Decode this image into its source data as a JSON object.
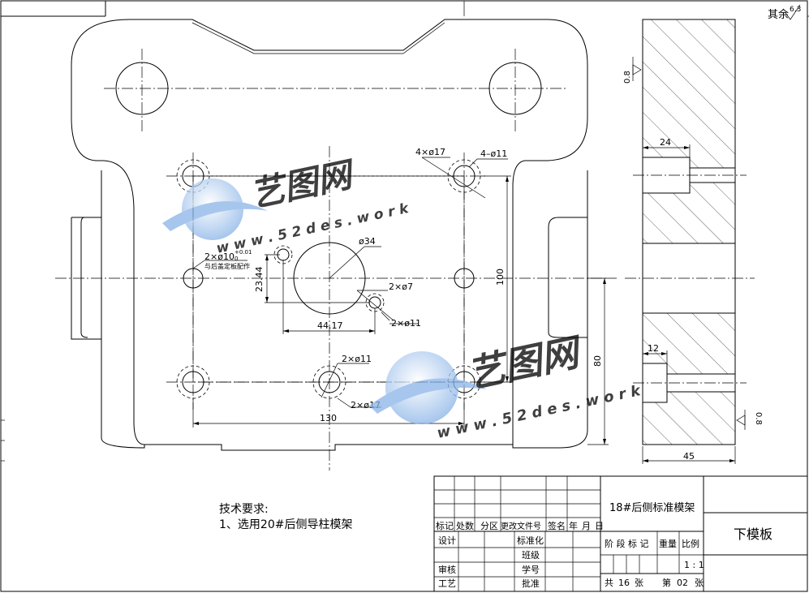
{
  "corner_note": "其余",
  "roughness": {
    "general": "6.3",
    "side_top": "0.8",
    "side_bottom": "0.8"
  },
  "dimensions": {
    "hole_4x17": "4×ø17",
    "hole_4x11": "4–ø11",
    "dia_34": "ø34",
    "pin_2x10": "2×ø10",
    "pin_tol": "+0.01",
    "pin_tol_lower": "0",
    "pin_note": "与后盖定板配作",
    "v_2344": "23.44",
    "h_4417": "44.17",
    "hole_2x7": "2×ø7",
    "hole_2x11_a": "2×ø11",
    "hole_2x11_b": "2×ø11",
    "hole_2x17": "2×ø17",
    "v_100": "100",
    "v_80": "80",
    "h_130": "130",
    "side_24": "24",
    "side_12": "12",
    "side_45": "45"
  },
  "tech_req": {
    "title": "技术要求:",
    "item1": "1、选用20#后侧导柱模架"
  },
  "title_block": {
    "project": "18#后侧标准模架",
    "part_name": "下模板",
    "row_headers": [
      "标记",
      "处数",
      "分区",
      "更改文件号",
      "签名",
      "年",
      "月",
      "日"
    ],
    "design": "设计",
    "standardize": "标准化",
    "class": "班级",
    "review": "审核",
    "student_no": "学号",
    "process": "工艺",
    "approve": "批准",
    "stage_mark": "阶 段 标 记",
    "weight": "重量",
    "scale_label": "比例",
    "scale_value": "1 : 1",
    "total_prefix": "共",
    "total_sheets": "16",
    "sheet_unit": "张",
    "sheet_prefix": "第",
    "sheet_no": "02",
    "sheet_unit2": "张"
  },
  "watermark": {
    "brand": "艺图网",
    "url": "w w w . 5 2 d e s . w o r k"
  },
  "colors": {
    "line": "#000000",
    "watermark_blue": "#2f6fc9",
    "watermark_light": "#8ab4e8"
  }
}
